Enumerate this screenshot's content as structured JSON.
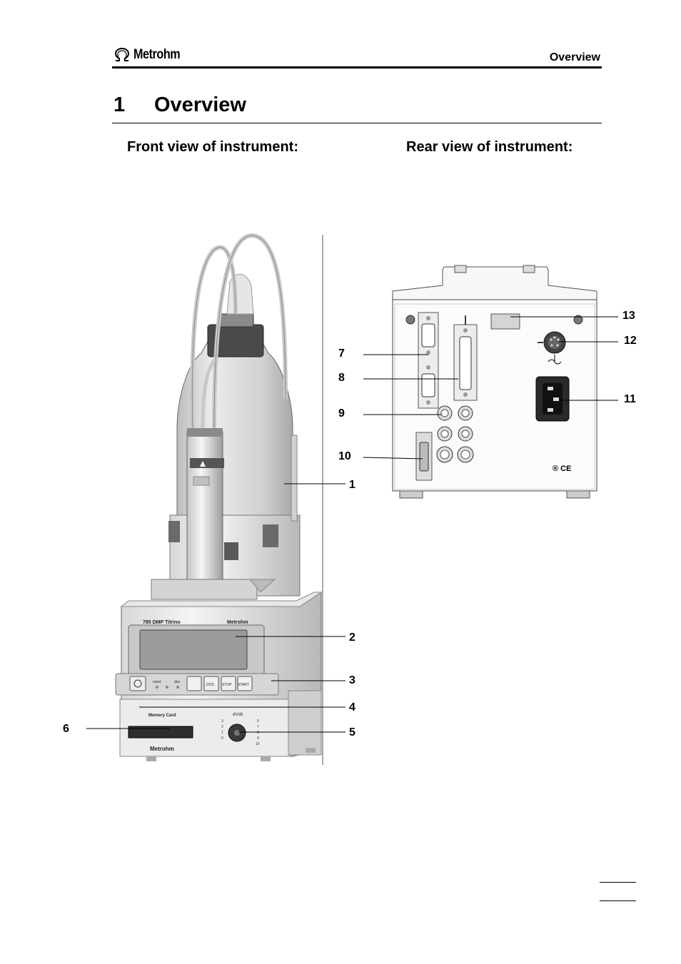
{
  "header": {
    "brand": "Metrohm",
    "section": "Overview"
  },
  "chapter": {
    "number": "1",
    "title": "Overview"
  },
  "subheadings": {
    "front": "Front view of instrument:",
    "rear": "Rear view of instrument:"
  },
  "front_labels": {
    "model": "785 DMP Titrino",
    "brand": "Metrohm",
    "memory_card": "Memory Card",
    "brand_bottom": "Metrohm",
    "dosing_rate": "dV/dt",
    "btn_dos": "DOS",
    "btn_stop": "STOP",
    "btn_start": "START",
    "led_cond": "cond.",
    "led_dos": "dos"
  },
  "rear_labels": {
    "marks": "® CE"
  },
  "callouts": [
    {
      "id": "1",
      "text": "1"
    },
    {
      "id": "2",
      "text": "2"
    },
    {
      "id": "3",
      "text": "3"
    },
    {
      "id": "4",
      "text": "4"
    },
    {
      "id": "5",
      "text": "5"
    },
    {
      "id": "6",
      "text": "6"
    },
    {
      "id": "7",
      "text": "7"
    },
    {
      "id": "8",
      "text": "8"
    },
    {
      "id": "9",
      "text": "9"
    },
    {
      "id": "10",
      "text": "10"
    },
    {
      "id": "11",
      "text": "11"
    },
    {
      "id": "12",
      "text": "12"
    },
    {
      "id": "13",
      "text": "13"
    }
  ]
}
